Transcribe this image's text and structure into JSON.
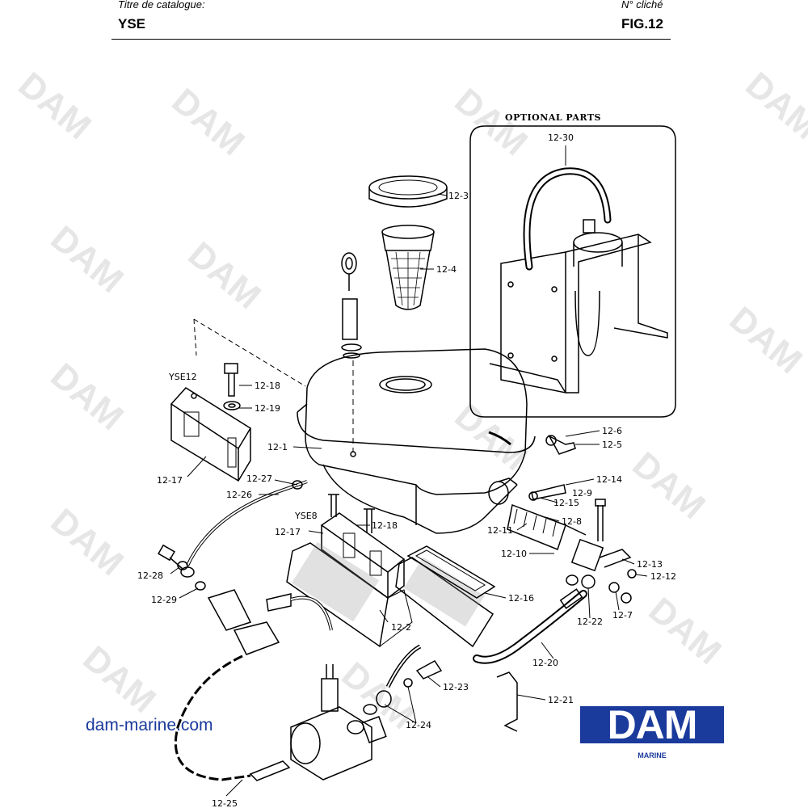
{
  "header": {
    "catalogue_label": "Titre de catalogue:",
    "catalogue_value": "YSE",
    "cliche_label": "N° cliché",
    "cliche_value": "FIG.12"
  },
  "watermark": "DAM",
  "optional_box": {
    "title": "OPTIONAL PARTS"
  },
  "callouts": {
    "p12_30": "12-30",
    "p12_3": "12-3",
    "p12_4": "12-4",
    "yse12": "YSE12",
    "p12_18a": "12-18",
    "p12_19": "12-19",
    "p12_1": "12-1",
    "p12_17a": "12-17",
    "p12_27": "12-27",
    "p12_26": "12-26",
    "yse8": "YSE8",
    "p12_17b": "12-17",
    "p12_18b": "12-18",
    "p12_6": "12-6",
    "p12_5": "12-5",
    "p12_14": "12-14",
    "p12_9": "12-9",
    "p12_15": "12-15",
    "p12_8": "12-8",
    "p12_11": "12-11",
    "p12_10": "12-10",
    "p12_13": "12-13",
    "p12_12": "12-12",
    "p12_28": "12-28",
    "p12_29": "12-29",
    "p12_16": "12-16",
    "p12_2": "12-2",
    "p12_22": "12-22",
    "p12_7": "12-7",
    "p12_20": "12-20",
    "p12_23": "12-23",
    "p12_21": "12-21",
    "p12_24": "12-24",
    "p12_25": "12-25"
  },
  "footer": {
    "site": "dam-marine.com",
    "logo": "DAM",
    "logo_sub": "MARINE"
  },
  "colors": {
    "brand_blue": "#1a3a9c",
    "ink": "#000000",
    "watermark": "#e6e6e6"
  }
}
